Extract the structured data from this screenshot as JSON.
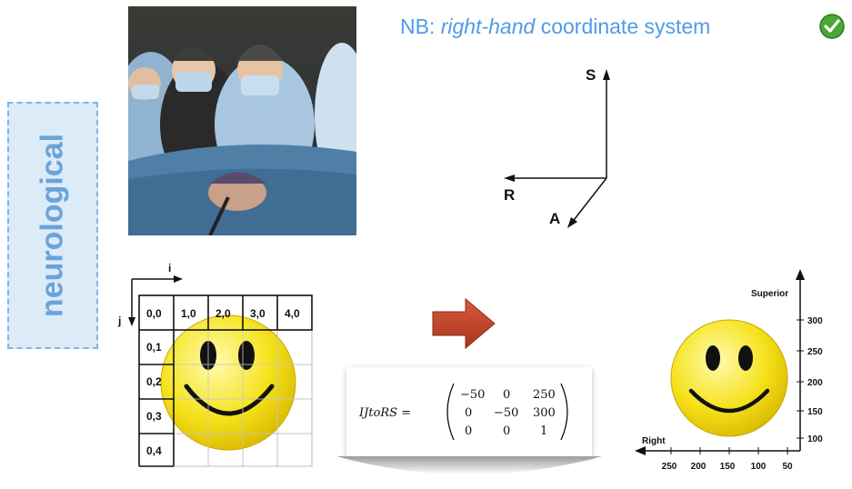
{
  "side_label": "neurological",
  "note": {
    "prefix": "NB:  ",
    "italic": "right-hand",
    "suffix": " coordinate system"
  },
  "ras_axes": {
    "s": "S",
    "r": "R",
    "a": "A"
  },
  "grid": {
    "axis_i": "i",
    "axis_j": "j",
    "header_row": [
      "0,0",
      "1,0",
      "2,0",
      "3,0",
      "4,0"
    ],
    "left_col": [
      "0,1",
      "0,2",
      "0,3",
      "0,4"
    ]
  },
  "matrix": {
    "lhs": "IJtoRS =",
    "rows": [
      [
        "−50",
        "0",
        "250"
      ],
      [
        "0",
        "−50",
        "300"
      ],
      [
        "0",
        "0",
        "1"
      ]
    ]
  },
  "ras_plot": {
    "superior_label": "Superior",
    "right_label": "Right",
    "y_ticks": [
      "300",
      "250",
      "200",
      "150",
      "100"
    ],
    "x_ticks": [
      "250",
      "200",
      "150",
      "100",
      "50"
    ]
  },
  "colors": {
    "accent_blue": "#4f9be6",
    "smiley_yellow": "#f5e21a",
    "arrow_red": "#c9472e",
    "check_green": "#4aa832"
  }
}
